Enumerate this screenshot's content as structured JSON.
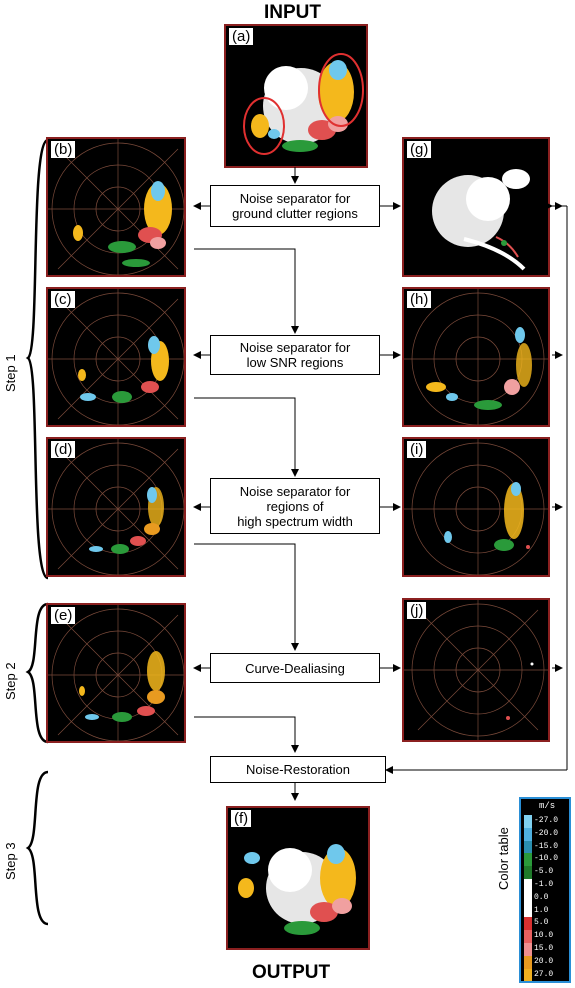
{
  "headers": {
    "input": "INPUT",
    "output": "OUTPUT"
  },
  "panels": {
    "a": "(a)",
    "b": "(b)",
    "c": "(c)",
    "d": "(d)",
    "e": "(e)",
    "f": "(f)",
    "g": "(g)",
    "h": "(h)",
    "i": "(i)",
    "j": "(j)"
  },
  "processes": {
    "ground_clutter": [
      "Noise separator for",
      "ground clutter regions"
    ],
    "low_snr": [
      "Noise separator for",
      "low SNR regions"
    ],
    "spectrum_width": [
      "Noise separator for",
      "regions of",
      "high spectrum width"
    ],
    "dealiasing": "Curve-Dealiasing",
    "restoration": "Noise-Restoration"
  },
  "steps": {
    "step1": "Step 1",
    "step2": "Step 2",
    "step3": "Step 3"
  },
  "color_table": {
    "title": "Color table",
    "unit": "m/s",
    "entries": [
      {
        "label": "-27.0",
        "color": "#7fd0f0"
      },
      {
        "label": "-20.0",
        "color": "#4fb0e0"
      },
      {
        "label": "-15.0",
        "color": "#2a8fb0"
      },
      {
        "label": "-10.0",
        "color": "#2a9a3a"
      },
      {
        "label": "-5.0",
        "color": "#1f7a2a"
      },
      {
        "label": "-1.0",
        "color": "#ffffff"
      },
      {
        "label": "0.0",
        "color": "#ffffff"
      },
      {
        "label": "1.0",
        "color": "#ffffff"
      },
      {
        "label": "5.0",
        "color": "#d83030"
      },
      {
        "label": "10.0",
        "color": "#e86060"
      },
      {
        "label": "15.0",
        "color": "#f09090"
      },
      {
        "label": "20.0",
        "color": "#e89a20"
      },
      {
        "label": "27.0",
        "color": "#f0b020"
      }
    ]
  },
  "colors": {
    "panel_border": "#8b2020",
    "ellipse": "#e03030",
    "clutter": "#ffffff",
    "green": "#2a9a3a",
    "cyan": "#6fc8ec",
    "yellow": "#f4b81c",
    "red": "#e05050",
    "pink": "#f0a0a0"
  }
}
